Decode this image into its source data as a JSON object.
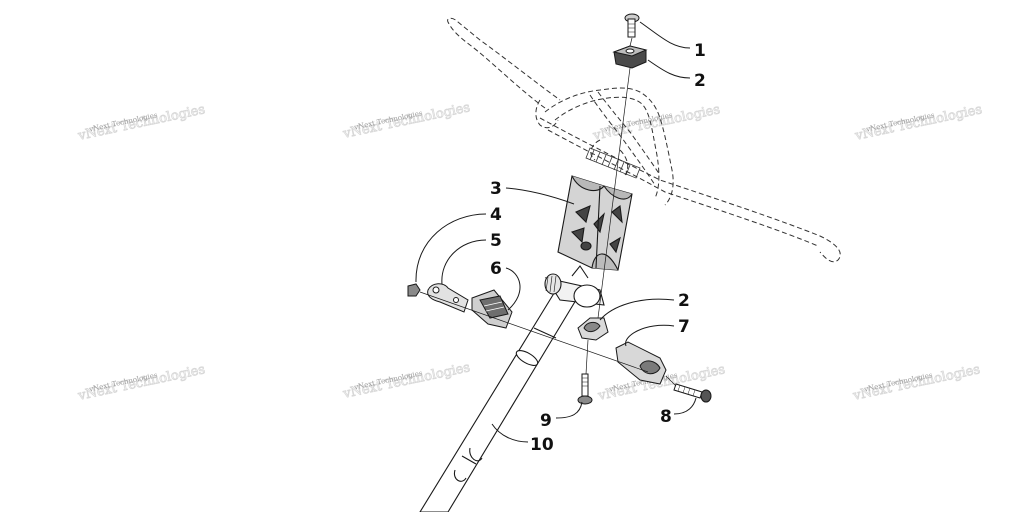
{
  "watermark": {
    "text": "vNext Technologies"
  },
  "callouts": [
    {
      "label": "1"
    },
    {
      "label": "2"
    },
    {
      "label": "3"
    },
    {
      "label": "4"
    },
    {
      "label": "5"
    },
    {
      "label": "6"
    },
    {
      "label": "2"
    },
    {
      "label": "7"
    },
    {
      "label": "8"
    },
    {
      "label": "9"
    },
    {
      "label": "10"
    }
  ],
  "colors": {
    "line": "#1a1a1a",
    "part_fill": "#cfcfcf",
    "part_dark": "#555555",
    "watermark": "#9a9a9a"
  }
}
